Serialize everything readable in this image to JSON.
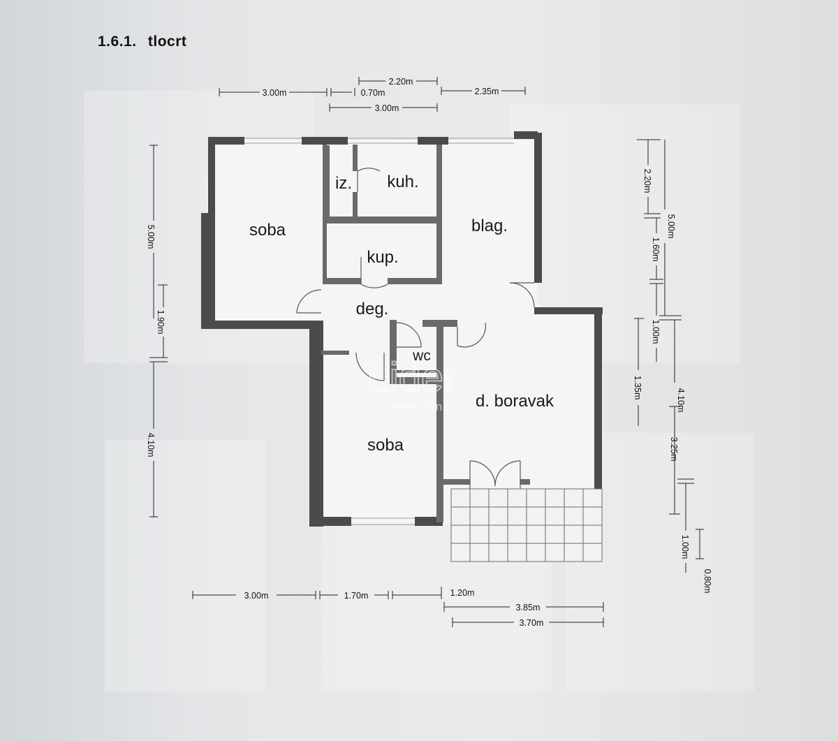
{
  "heading": {
    "number": "1.6.1.",
    "title": "tlocrt"
  },
  "rooms": {
    "soba_upper": "soba",
    "izba": "iz.",
    "kuhinja": "kuh.",
    "blagovaonica": "blag.",
    "kupaonica": "kup.",
    "degazman": "deg.",
    "wc": "wc",
    "dnevni_boravak": "d. boravak",
    "soba_lower": "soba"
  },
  "dimensions": {
    "top": {
      "d300_left": "3.00m",
      "d070": "0.70m",
      "d220": "2.20m",
      "d235": "2.35m",
      "d300_mid": "3.00m"
    },
    "left": {
      "d500": "5.00m",
      "d190": "1.90m",
      "d410": "4.10m"
    },
    "right": {
      "d220": "2.20m",
      "d160": "1.60m",
      "d100a": "1.00m",
      "d500": "5.00m",
      "d135": "1.35m",
      "d410": "4.10m",
      "d325": "3.25m",
      "d100b": "1.00m",
      "d080": "0.80m"
    },
    "bottom": {
      "d300": "3.00m",
      "d170": "1.70m",
      "d120": "1.20m",
      "d385": "3.85m",
      "d370": "3.70m"
    }
  },
  "watermark": {
    "brand": "Lider",
    "sub": "nekretnine"
  }
}
